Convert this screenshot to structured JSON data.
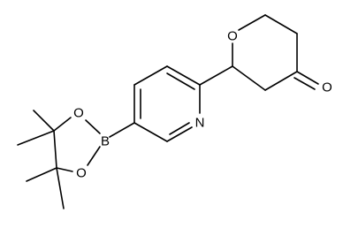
{
  "atoms": {
    "ring_oxygen": "O",
    "ketone_oxygen": "O",
    "pyridine_nitrogen": "N",
    "boron": "B",
    "pinacol_oxygen_top": "O",
    "pinacol_oxygen_bottom": "O"
  }
}
